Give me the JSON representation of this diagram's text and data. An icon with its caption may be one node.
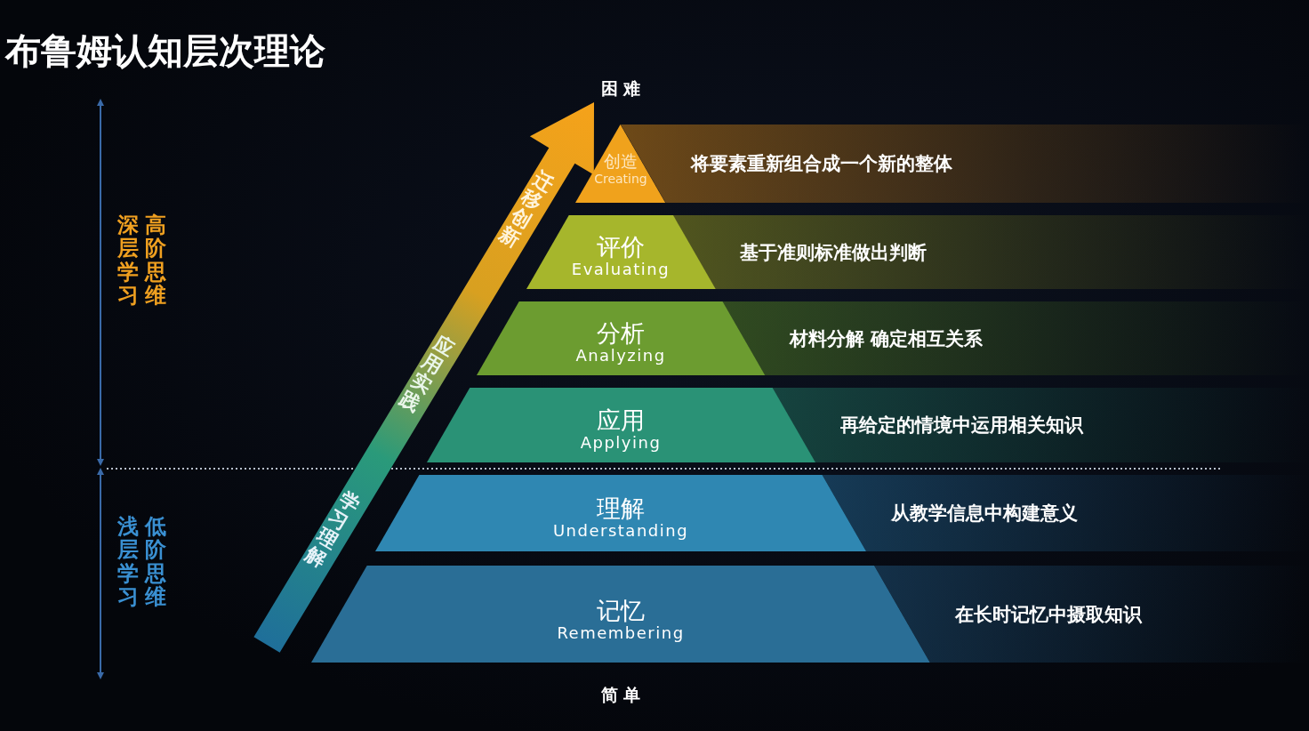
{
  "diagram": {
    "title": "布鲁姆认知层次理论",
    "nodes": [
      {
        "text": [
          "创造",
          "Creating"
        ],
        "beside": [
          "将要素重新组合成一个新的整体"
        ]
      },
      {
        "text": [
          "评价",
          "Evaluating"
        ],
        "beside": [
          "基于准则标准做出判断"
        ]
      },
      {
        "text": [
          "分析",
          "Analyzing"
        ],
        "beside": [
          "材料分解 确定相互关系"
        ]
      },
      {
        "text": [
          "应用",
          "Applying"
        ],
        "beside": [
          "再给定的情境中运用相关知识"
        ]
      },
      {
        "text": [
          "理解",
          "Understanding"
        ],
        "beside": [
          "从教学信息中构建意义"
        ]
      },
      {
        "text": [
          "记忆",
          "Remembering"
        ],
        "beside": [
          "在长时记忆中摄取知识"
        ]
      }
    ],
    "labels": [
      "困 难",
      "高阶思维",
      "深层学习",
      "迁移创新",
      "应用实践",
      "学习理解",
      "低阶思维",
      "浅层学习",
      "简 单"
    ]
  }
}
